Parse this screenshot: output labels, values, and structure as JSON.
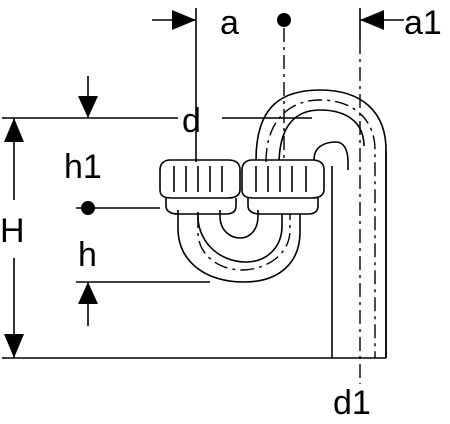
{
  "diagram": {
    "labels": {
      "a": "a",
      "a1": "a1",
      "d": "d",
      "d1": "d1",
      "h1": "h1",
      "H": "H",
      "h": "h"
    }
  }
}
